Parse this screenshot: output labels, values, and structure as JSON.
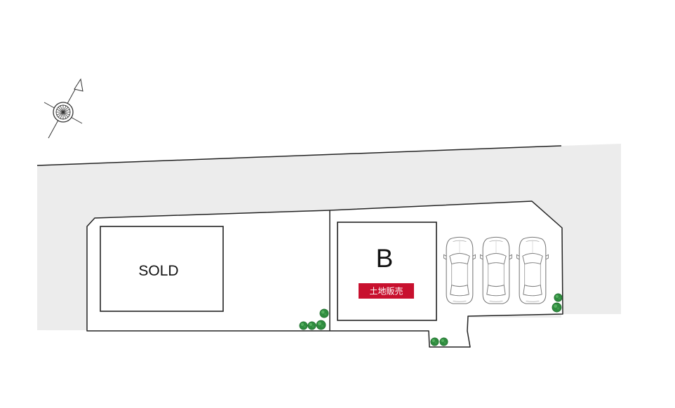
{
  "plan": {
    "sold_lot": {
      "label": "SOLD"
    },
    "lot_b": {
      "label": "B",
      "badge": {
        "text": "土地販売",
        "color": "#c8102e"
      }
    },
    "compass": {
      "icon": "north-arrow-icon"
    },
    "parking": {
      "icon": "car-icon",
      "count": 3
    },
    "trees": {
      "icon": "shrub-icon"
    },
    "colors": {
      "road": "#ececec",
      "line": "#222222",
      "shrub": "#2e8b3e",
      "shrub_dark": "#1f6a2c"
    }
  }
}
